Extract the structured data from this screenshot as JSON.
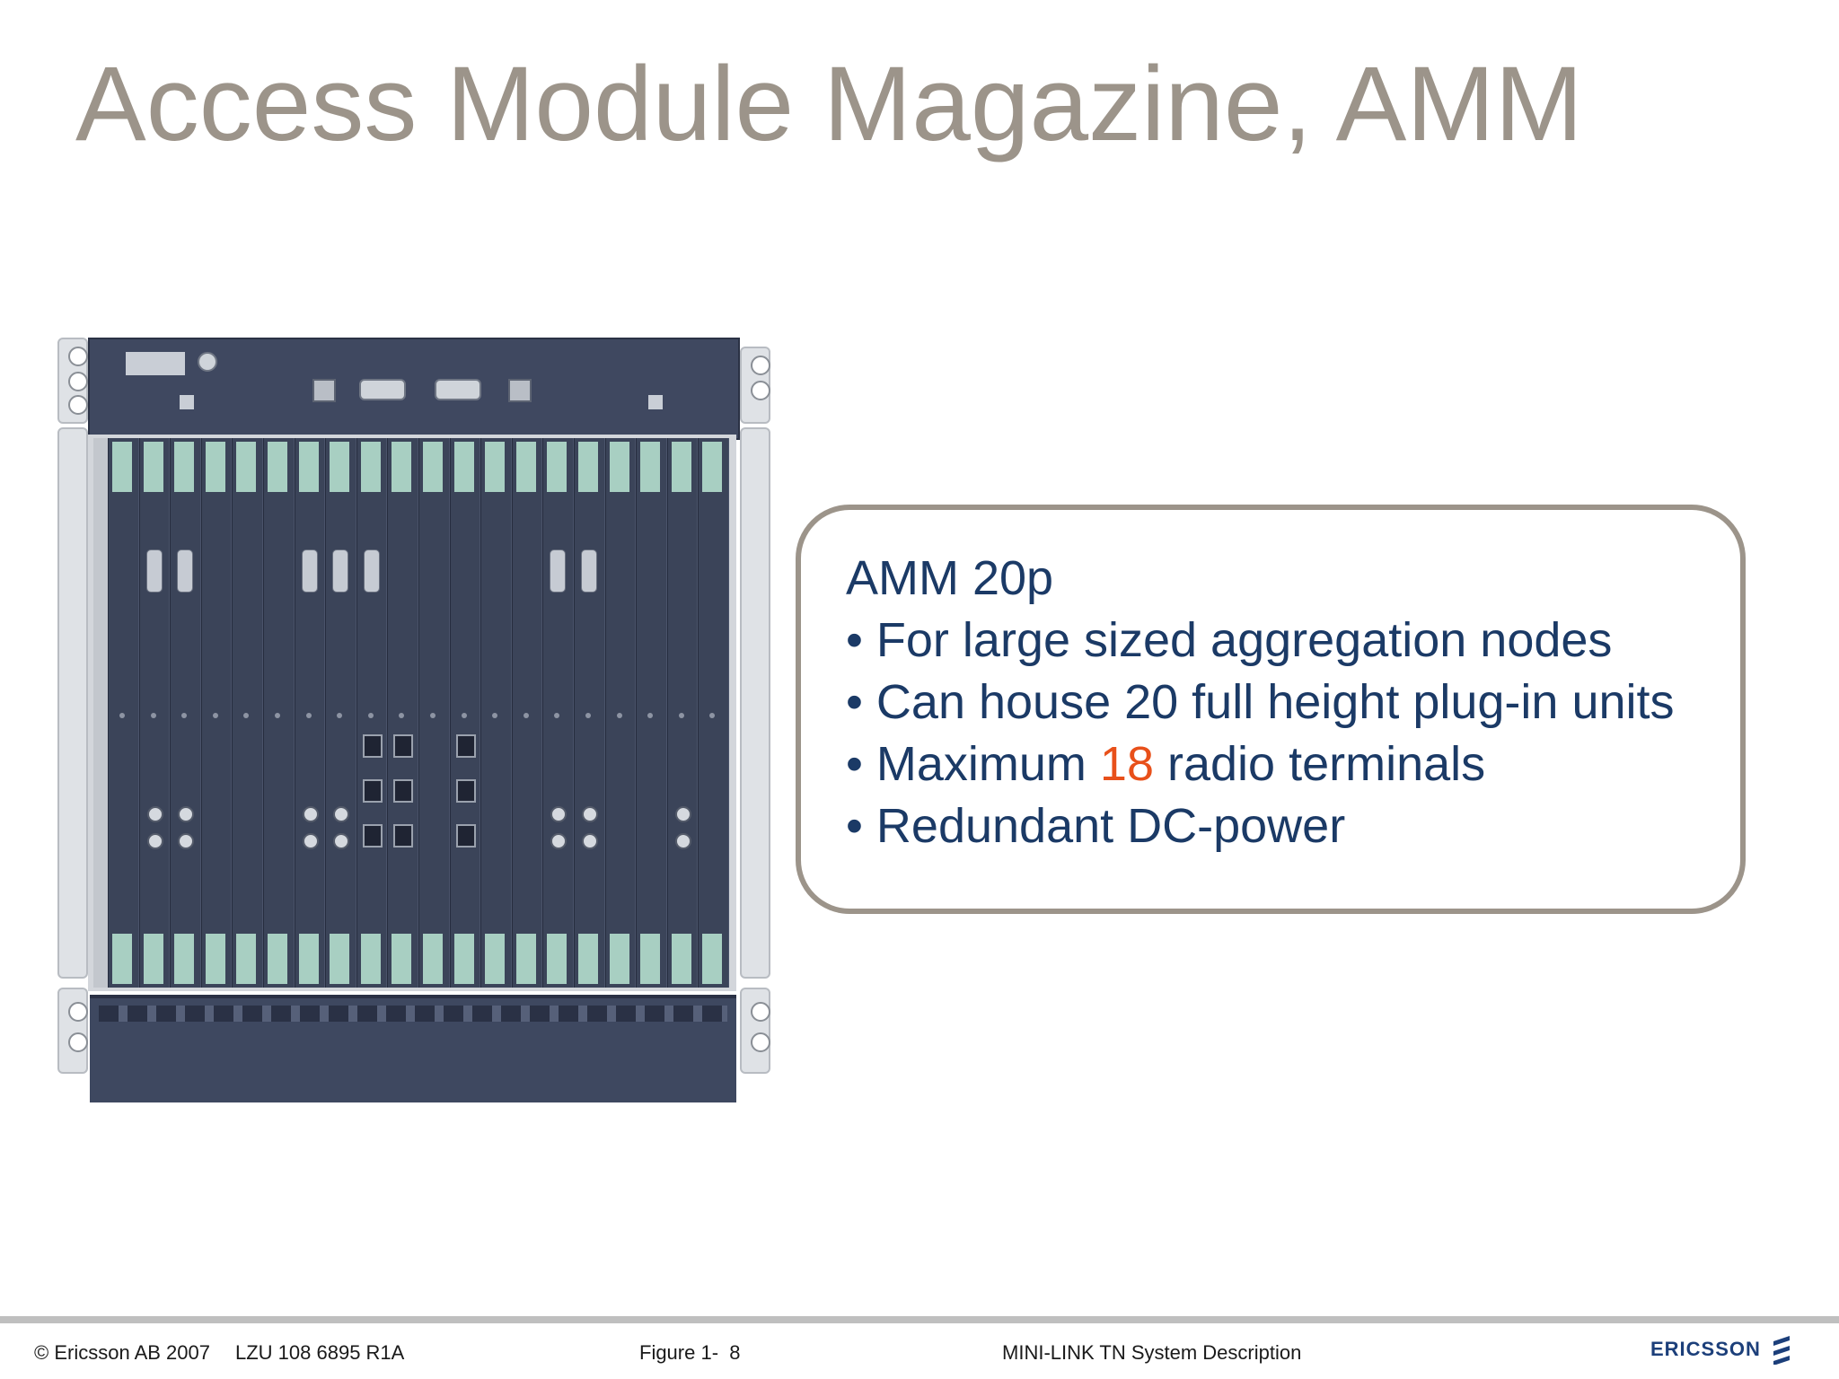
{
  "slide": {
    "title": "Access Module Magazine, AMM"
  },
  "illustration": {
    "subject": "AMM 20p magazine",
    "slot_count": 20
  },
  "info_box": {
    "heading": "AMM 20p",
    "bullets": [
      {
        "prefix": "• For large sized aggregation nodes",
        "highlight": "",
        "suffix": ""
      },
      {
        "prefix": "• Can house 20 full height plug-in units",
        "highlight": "",
        "suffix": ""
      },
      {
        "prefix": "• Maximum ",
        "highlight": "18",
        "suffix": " radio terminals"
      },
      {
        "prefix": "• Redundant DC-power",
        "highlight": "",
        "suffix": ""
      }
    ],
    "highlight_color": "#e8501a",
    "text_color": "#1b3a66",
    "border_color": "#9c948a"
  },
  "footer": {
    "copyright": "© Ericsson AB 2007",
    "doc_id": "LZU 108 6895 R1A",
    "figure": "Figure 1-  8",
    "doc_title": "MINI-LINK TN System Description",
    "logo_text": "ERICSSON"
  }
}
